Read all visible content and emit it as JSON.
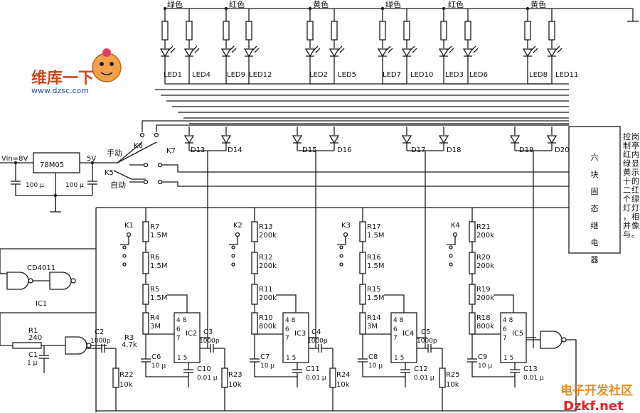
{
  "watermark_top": {
    "brand_cn": "维库一下",
    "url": "www.dzsc.com"
  },
  "watermark_bottom": {
    "brand_cn": "电子开发社区",
    "url": "Dzkf.net"
  },
  "power": {
    "vin": "Vin=8V",
    "reg": "78M05",
    "vout": "5V",
    "cap_in": "100 μ",
    "cap_out": "100 μ"
  },
  "switches": {
    "manual": "手动",
    "auto": "自动",
    "k5": "K5",
    "k6": "K6",
    "k7": "K7"
  },
  "led_colors": [
    "绿色",
    "红色",
    "黄色",
    "绿色",
    "红色",
    "黄色"
  ],
  "led_labels": [
    "LED1",
    "LED4",
    "LED9",
    "LED12",
    "LED2",
    "LED5",
    "LED7",
    "LED10",
    "LED3",
    "LED6",
    "LED8",
    "LED11"
  ],
  "diodes": [
    "D13",
    "D14",
    "D15",
    "D16",
    "D17",
    "D18",
    "D19",
    "D20"
  ],
  "relay": {
    "label": "六块固态继电器"
  },
  "side_note": [
    "岗亭内显示的红绿灯相像。",
    "控制红绿黄十二个灯，并与"
  ],
  "gate": {
    "chip": "CD4011",
    "ic": "IC1"
  },
  "input_rc": {
    "r1": "R1",
    "r1_val": "240",
    "c1": "C1",
    "c1_val": "1 μ"
  },
  "stages": [
    {
      "k": "K1",
      "ic": "IC2",
      "rs": [
        {
          "n": "R7",
          "v": "1.5M"
        },
        {
          "n": "R6",
          "v": "1.5M"
        },
        {
          "n": "R5",
          "v": "1.5M"
        },
        {
          "n": "R4",
          "v": "3M"
        }
      ],
      "cin": "C2",
      "cin_v": "1000p",
      "rin": "R3",
      "rin_v": "4.7k",
      "ct": "C6",
      "ct_v": "10 μ",
      "cb": "C10",
      "cb_v": "0.01 μ",
      "rb": "R22",
      "rb_v": "10k"
    },
    {
      "k": "K2",
      "ic": "IC3",
      "rs": [
        {
          "n": "R13",
          "v": "200k"
        },
        {
          "n": "R12",
          "v": "200k"
        },
        {
          "n": "R11",
          "v": "200k"
        },
        {
          "n": "R10",
          "v": "800k"
        }
      ],
      "cin": "C3",
      "cin_v": "1000p",
      "ct": "C7",
      "ct_v": "10 μ",
      "cb": "C11",
      "cb_v": "0.01 μ",
      "rb": "R23",
      "rb_v": "10k"
    },
    {
      "k": "K3",
      "ic": "IC4",
      "rs": [
        {
          "n": "R17",
          "v": "1.5M"
        },
        {
          "n": "R16",
          "v": "1.5M"
        },
        {
          "n": "R15",
          "v": "1.5M"
        },
        {
          "n": "R14",
          "v": "3M"
        }
      ],
      "cin": "C4",
      "cin_v": "1000p",
      "ct": "C8",
      "ct_v": "10 μ",
      "cb": "C12",
      "cb_v": "0.01 μ",
      "rb": "R24",
      "rb_v": "10k"
    },
    {
      "k": "K4",
      "ic": "IC5",
      "rs": [
        {
          "n": "R21",
          "v": "200k"
        },
        {
          "n": "R20",
          "v": "200k"
        },
        {
          "n": "R19",
          "v": "200k"
        },
        {
          "n": "R18",
          "v": "800k"
        }
      ],
      "cin": "C5",
      "cin_v": "1000p",
      "ct": "C9",
      "ct_v": "10 μ",
      "cb": "C13",
      "cb_v": "0.01 μ",
      "rb": "R25",
      "rb_v": "10k"
    }
  ],
  "ic_pins": {
    "top": "4 8",
    "p6": "6",
    "p7": "7",
    "p1": "1",
    "p5": "5"
  }
}
